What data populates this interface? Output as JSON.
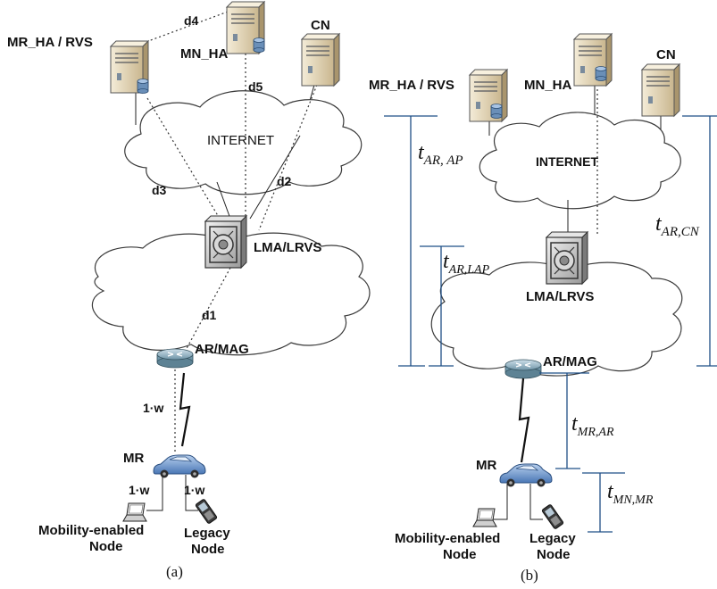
{
  "panel_a": {
    "caption": "(a)",
    "nodes": {
      "mr_ha": "MR_HA / RVS",
      "mn_ha": "MN_HA",
      "cn": "CN",
      "internet": "INTERNET",
      "lma": "LMA/LRVS",
      "ar": "AR/MAG",
      "mr": "MR",
      "mobile_node_line1": "Mobility-enabled",
      "mobile_node_line2": "Node",
      "legacy_node_line1": "Legacy",
      "legacy_node_line2": "Node"
    },
    "distances": {
      "d1": "d1",
      "d2": "d2",
      "d3": "d3",
      "d4": "d4",
      "d5": "d5"
    },
    "weights": {
      "ar_mr": "1·w",
      "mr_mn": "1·w",
      "mr_legacy": "1·w"
    }
  },
  "panel_b": {
    "caption": "(b)",
    "nodes": {
      "mr_ha": "MR_HA / RVS",
      "mn_ha": "MN_HA",
      "cn": "CN",
      "internet": "INTERNET",
      "lma": "LMA/LRVS",
      "ar": "AR/MAG",
      "mr": "MR",
      "mobile_node_line1": "Mobility-enabled",
      "mobile_node_line2": "Node",
      "legacy_node_line1": "Legacy",
      "legacy_node_line2": "Node"
    },
    "delays": {
      "ar_ap": {
        "t": "t",
        "sub": "AR, AP"
      },
      "ar_lap": {
        "t": "t",
        "sub": "AR,LAP"
      },
      "ar_cn": {
        "t": "t",
        "sub": "AR,CN"
      },
      "mr_ar": {
        "t": "t",
        "sub": "MR,AR"
      },
      "mn_mr": {
        "t": "t",
        "sub": "MN,MR"
      }
    }
  },
  "colors": {
    "measure_line": "#1f4f86",
    "server_body": "#e8dcc0",
    "car": "#5b88c4"
  }
}
